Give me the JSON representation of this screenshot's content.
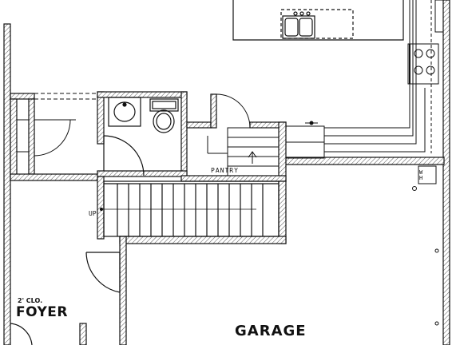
{
  "plan": {
    "rooms": {
      "foyer": "FOYER",
      "garage": "GARAGE",
      "pantry": "PANTRY"
    },
    "closet_note": "2' CLO.",
    "stair_note": "UP",
    "water_heater_note_line1": "W",
    "water_heater_note_line2": "H"
  }
}
